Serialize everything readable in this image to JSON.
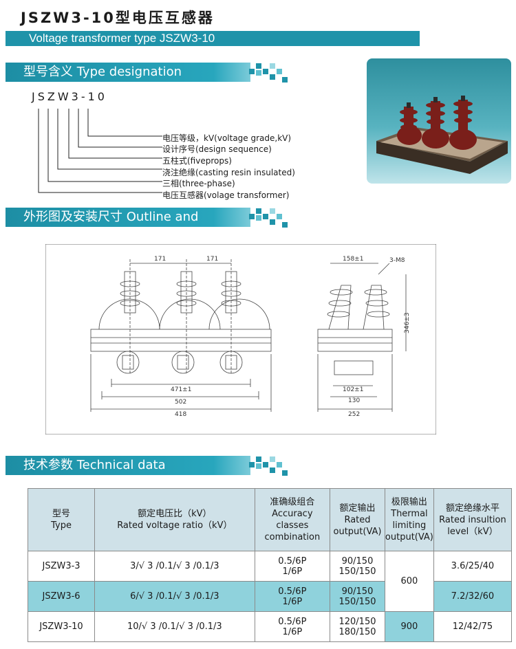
{
  "header": {
    "title_cn": "JSZW3-10型电压互感器",
    "title_en": "Voltage transformer type JSZW3-10"
  },
  "sections": {
    "designation": "型号含义  Type designation",
    "outline": "外形图及安装尺寸  Outline and dimensions",
    "technical": "技术参数  Technical data"
  },
  "designation": {
    "model": "JSZW3-10",
    "items": [
      "电压等级，kV(voltage grade,kV)",
      "设计序号(design sequence)",
      "五柱式(fiveprops)",
      "浇注绝缘(casting resin insulated)",
      "三相(three-phase)",
      "电压互感器(volage transformer)"
    ]
  },
  "drawing": {
    "front": {
      "d1": "171",
      "d2": "171",
      "w1": "471±1",
      "w2": "502",
      "w3": "418"
    },
    "side": {
      "top": "158±1",
      "bolt": "3-M8",
      "height": "346±3",
      "w1": "102±1",
      "w2": "130",
      "w3": "252"
    }
  },
  "colors": {
    "accent": "#1f93a9",
    "table_header": "#cfe1e8",
    "table_row": "#8fd2dc"
  },
  "table": {
    "headers": [
      "型号\nType",
      "额定电压比（kV）\nRated voltage ratio（kV）",
      "准确级组合\nAccuracy\nclasses\ncombination",
      "额定输出\nRated\noutput(VA)",
      "极限输出\nThermal\nlimiting\noutput(VA)",
      "额定绝缘水平\nRated insultion\nlevel（kV）"
    ],
    "rows": [
      {
        "type": "JSZW3-3",
        "ratio": "3/√ 3 /0.1/√ 3 /0.1/3",
        "accuracy": "0.5/6P\n1/6P",
        "output": "90/150\n150/150",
        "insulation": "3.6/25/40"
      },
      {
        "type": "JSZW3-6",
        "ratio": "6/√ 3 /0.1/√ 3 /0.1/3",
        "accuracy": "0.5/6P\n1/6P",
        "output": "90/150\n150/150",
        "insulation": "7.2/32/60"
      },
      {
        "type": "JSZW3-10",
        "ratio": "10/√ 3 /0.1/√ 3 /0.1/3",
        "accuracy": "0.5/6P\n1/6P",
        "output": "120/150\n180/150",
        "insulation": "12/42/75"
      }
    ],
    "thermal": [
      "600",
      "900"
    ]
  }
}
